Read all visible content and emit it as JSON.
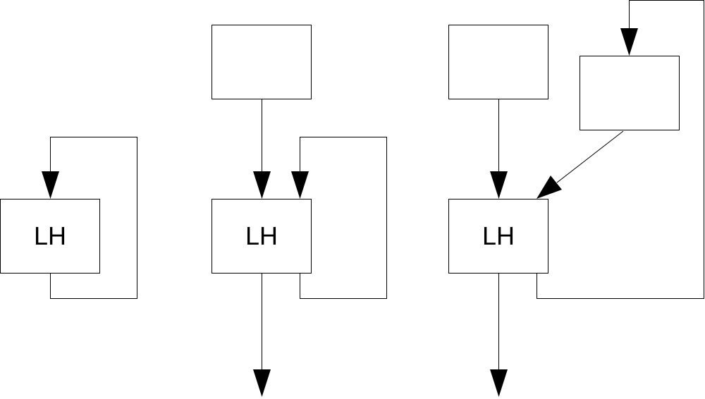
{
  "colors": {
    "stroke": "#000000",
    "background": "#ffffff"
  },
  "diagrams": [
    {
      "lh_label": "LH"
    },
    {
      "lh_label": "LH"
    },
    {
      "lh_label": "LH"
    }
  ]
}
